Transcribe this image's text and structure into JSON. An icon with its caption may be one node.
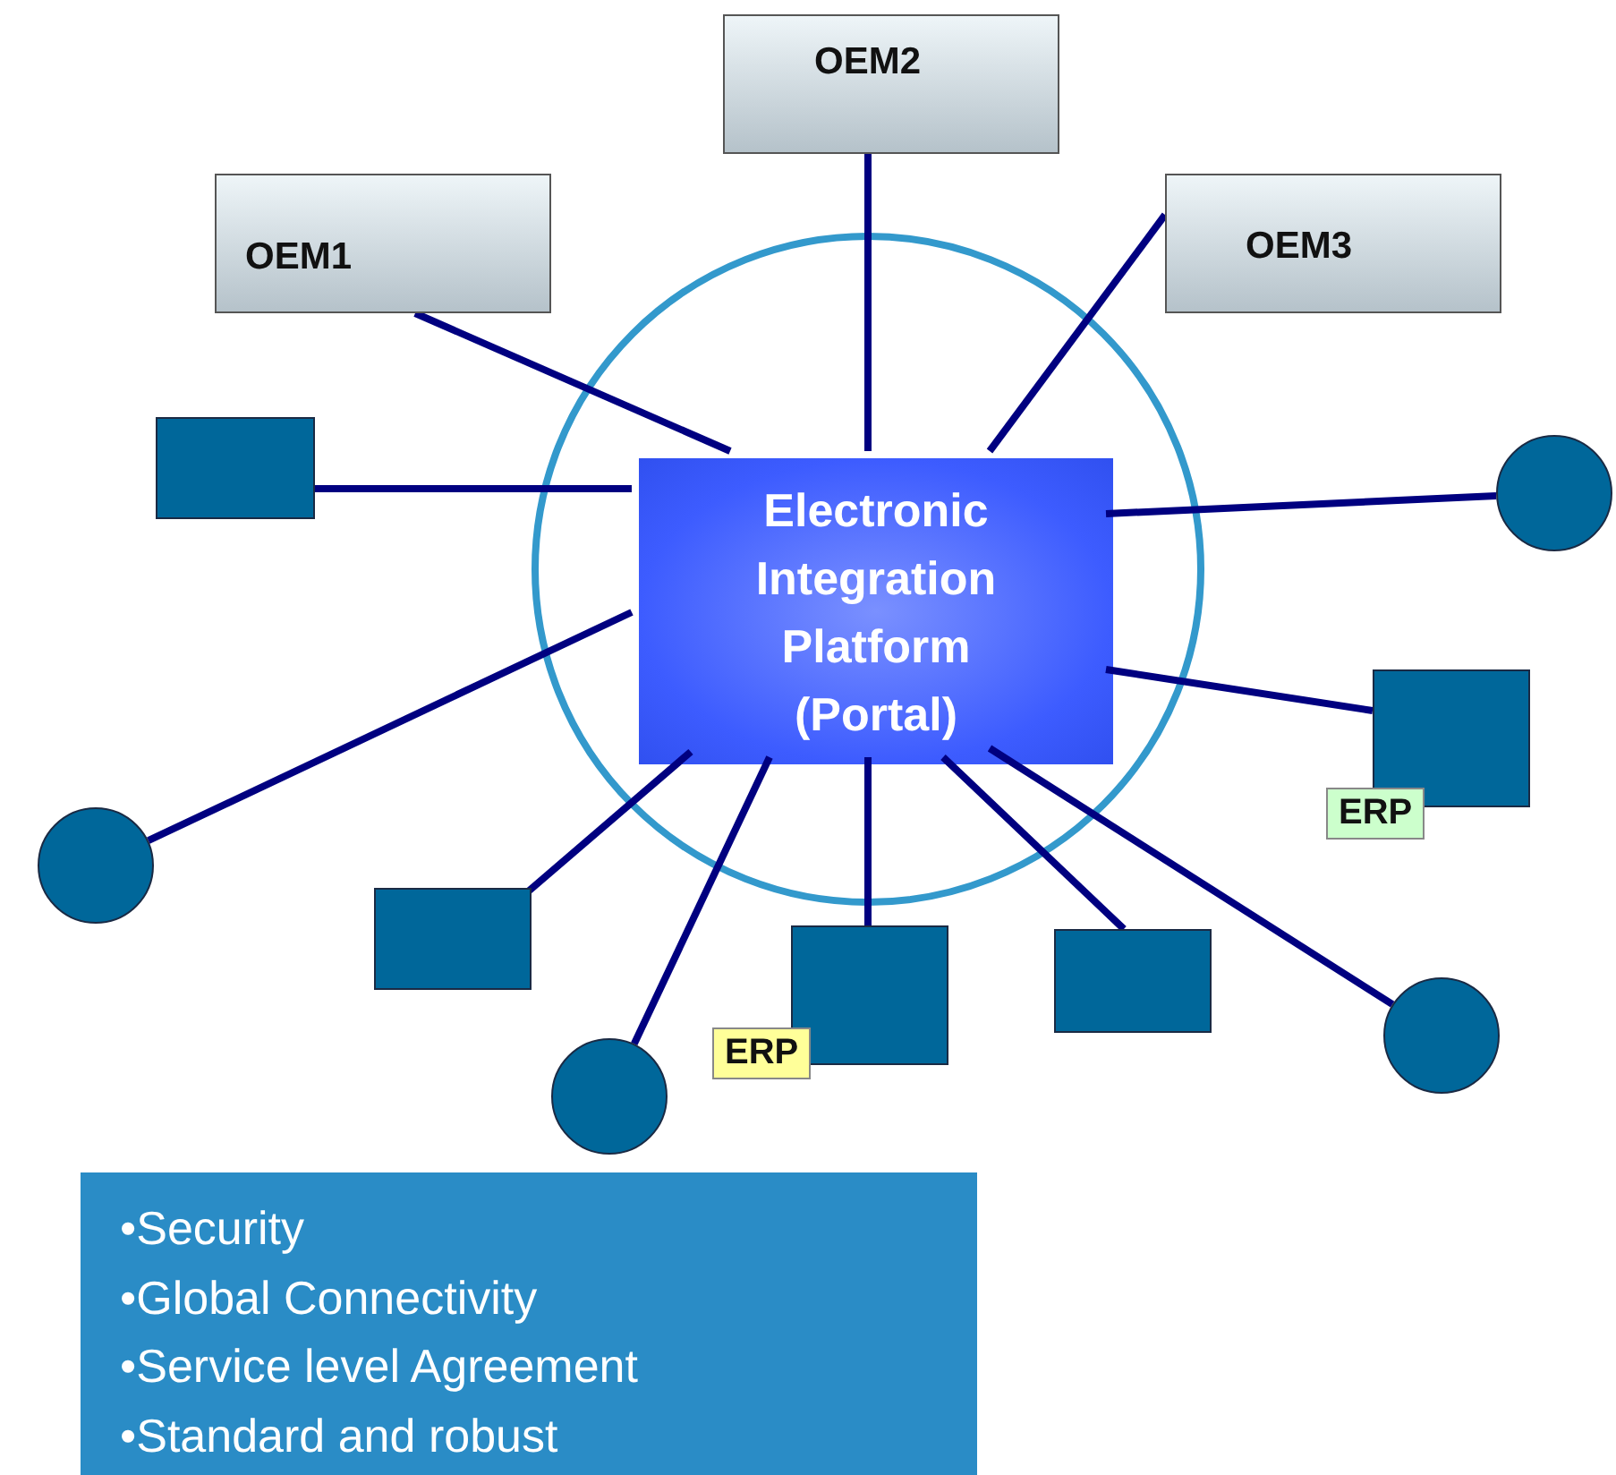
{
  "diagram": {
    "nodes": [
      {
        "text": [
          "OEM2"
        ]
      },
      {
        "text": [
          "OEM1"
        ]
      },
      {
        "text": [
          "OEM3"
        ]
      },
      {
        "text": [],
        "shape": "circle"
      },
      {
        "text": [
          "Electronic Integration Platform (Portal)"
        ],
        "in": 3
      },
      {
        "text": [],
        "shape": "box"
      },
      {
        "text": [],
        "shape": "circle"
      },
      {
        "text": [],
        "shape": "circle"
      },
      {
        "text": [],
        "shape": "box",
        "beside": [
          "ERP"
        ]
      },
      {
        "text": [],
        "shape": "box"
      },
      {
        "text": [],
        "shape": "box",
        "beside": [
          "ERP"
        ]
      },
      {
        "text": [],
        "shape": "box"
      },
      {
        "text": [],
        "shape": "circle"
      },
      {
        "text": [],
        "shape": "circle"
      },
      {
        "text": [
          "•Security",
          "•Global Connectivity",
          "•Service level Agreement",
          "•Standard and robust"
        ]
      }
    ],
    "edges": [
      {
        "from": 4,
        "to": 0,
        "arrow": "none"
      },
      {
        "from": 4,
        "to": 1,
        "arrow": "none"
      },
      {
        "from": 4,
        "to": 2,
        "arrow": "none"
      },
      {
        "from": 4,
        "to": 5,
        "arrow": "none"
      },
      {
        "from": 4,
        "to": 6,
        "arrow": "none"
      },
      {
        "from": 4,
        "to": 7,
        "arrow": "none"
      },
      {
        "from": 4,
        "to": 8,
        "arrow": "none"
      },
      {
        "from": 4,
        "to": 9,
        "arrow": "none"
      },
      {
        "from": 4,
        "to": 10,
        "arrow": "none"
      },
      {
        "from": 4,
        "to": 11,
        "arrow": "none"
      },
      {
        "from": 4,
        "to": 12,
        "arrow": "none"
      },
      {
        "from": 4,
        "to": 13,
        "arrow": "none"
      }
    ]
  }
}
